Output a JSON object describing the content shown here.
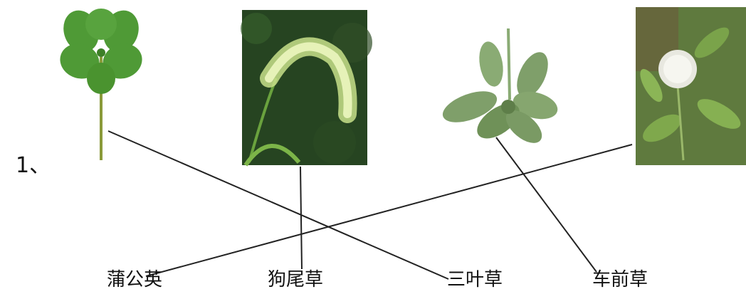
{
  "exercise": {
    "number": "1、",
    "images": [
      {
        "icon": "clover-icon",
        "plant": "三叶草"
      },
      {
        "icon": "foxtail-grass-icon",
        "plant": "狗尾草"
      },
      {
        "icon": "plantain-icon",
        "plant": "车前草"
      },
      {
        "icon": "dandelion-icon",
        "plant": "蒲公英"
      }
    ],
    "labels": [
      "蒲公英",
      "狗尾草",
      "三叶草",
      "车前草"
    ],
    "matches": [
      {
        "image": 0,
        "label": 2
      },
      {
        "image": 1,
        "label": 1
      },
      {
        "image": 2,
        "label": 3
      },
      {
        "image": 3,
        "label": 0
      }
    ],
    "colors": {
      "leaf": "#4f9a36",
      "leaf_dark": "#2f6e22",
      "grass_bg": "#1f3a1c",
      "plantain_leaf": "#7f9f6a",
      "dandelion_bg": "#5f7a3e",
      "line": "#222222"
    }
  }
}
